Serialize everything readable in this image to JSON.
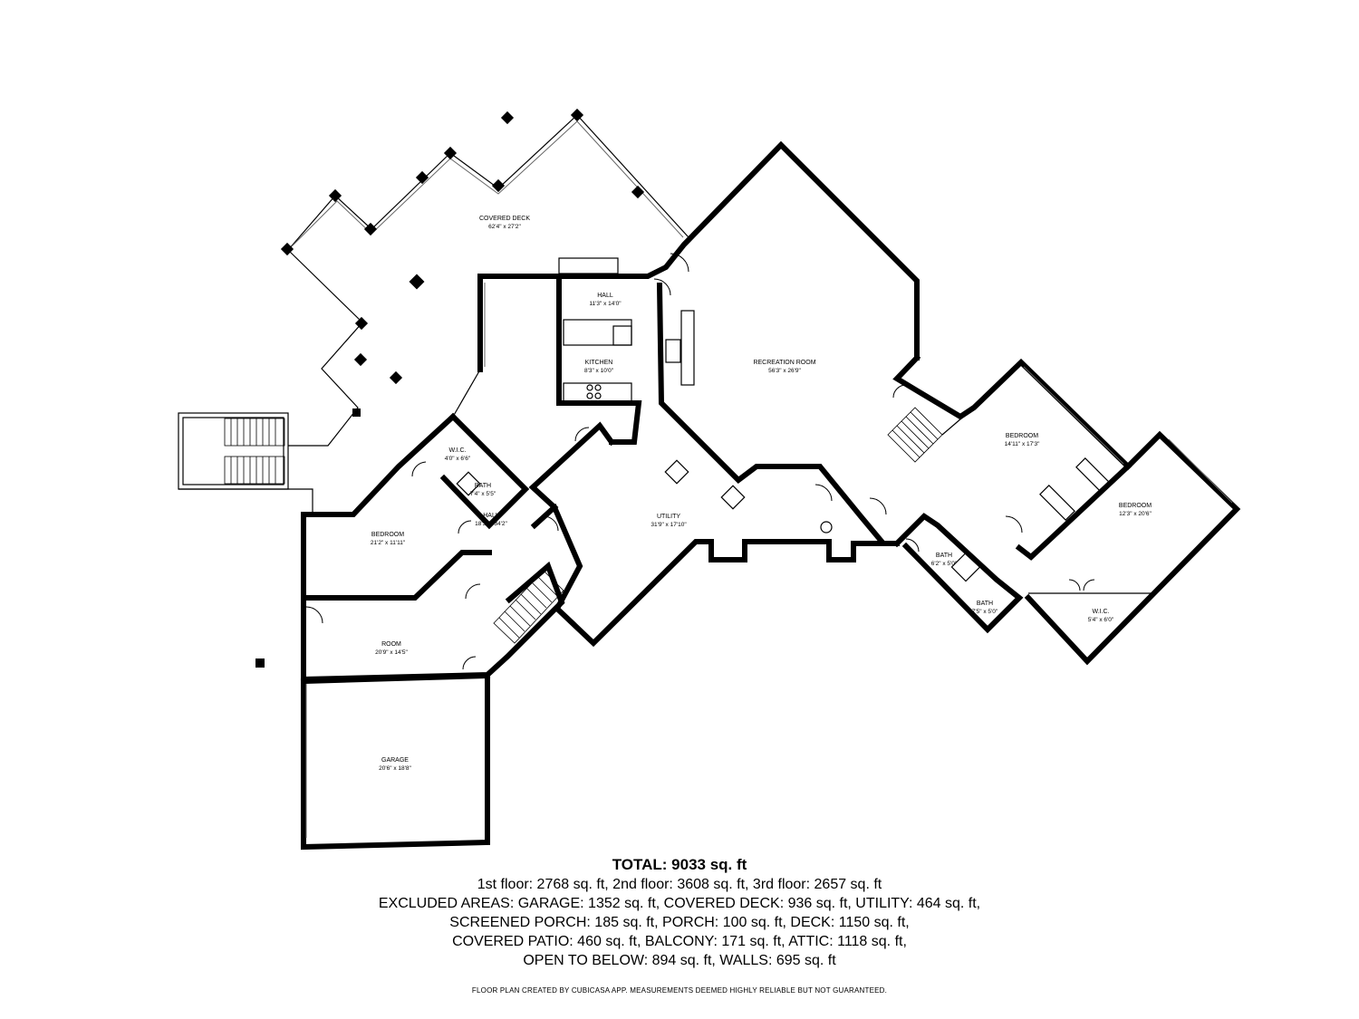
{
  "rooms": {
    "covered_deck": {
      "name": "COVERED DECK",
      "dim": "62'4\" x 27'2\""
    },
    "hall_top": {
      "name": "HALL",
      "dim": "11'3\" x 14'0\""
    },
    "kitchen": {
      "name": "KITCHEN",
      "dim": "8'3\" x 10'0\""
    },
    "recreation": {
      "name": "RECREATION ROOM",
      "dim": "56'3\" x 26'9\""
    },
    "bedroom_right1": {
      "name": "BEDROOM",
      "dim": "14'11\" x 17'3\""
    },
    "bedroom_right2": {
      "name": "BEDROOM",
      "dim": "12'3\" x 20'6\""
    },
    "wic_left": {
      "name": "W.I.C.",
      "dim": "4'0\" x 6'6\""
    },
    "bath_left": {
      "name": "BATH",
      "dim": "7'4\" x 5'5\""
    },
    "hall_left": {
      "name": "HALL",
      "dim": "18'3\" x 34'2\""
    },
    "bedroom_left": {
      "name": "BEDROOM",
      "dim": "21'2\" x 11'11\""
    },
    "utility": {
      "name": "UTILITY",
      "dim": "31'9\" x 17'10\""
    },
    "bath_mid": {
      "name": "BATH",
      "dim": "6'2\" x 5'0\""
    },
    "bath_right": {
      "name": "BATH",
      "dim": "7'5\" x 5'0\""
    },
    "wic_right": {
      "name": "W.I.C.",
      "dim": "5'4\" x 6'0\""
    },
    "room": {
      "name": "ROOM",
      "dim": "20'9\" x 14'5\""
    },
    "garage": {
      "name": "GARAGE",
      "dim": "20'6\" x 18'8\""
    }
  },
  "summary": {
    "total": "TOTAL: 9033 sq. ft",
    "line1": "1st floor: 2768 sq. ft, 2nd floor: 3608 sq. ft, 3rd floor: 2657 sq. ft",
    "line2": "EXCLUDED AREAS: GARAGE: 1352 sq. ft, COVERED DECK: 936 sq. ft, UTILITY: 464 sq. ft,",
    "line3": "SCREENED PORCH: 185 sq. ft, PORCH: 100 sq. ft, DECK: 1150 sq. ft,",
    "line4": "COVERED PATIO: 460 sq. ft, BALCONY: 171 sq. ft, ATTIC: 1118 sq. ft,",
    "line5": "OPEN TO BELOW: 894 sq. ft, WALLS: 695 sq. ft"
  },
  "footer": "FLOOR PLAN CREATED BY CUBICASA APP. MEASUREMENTS DEEMED HIGHLY RELIABLE BUT NOT GUARANTEED."
}
